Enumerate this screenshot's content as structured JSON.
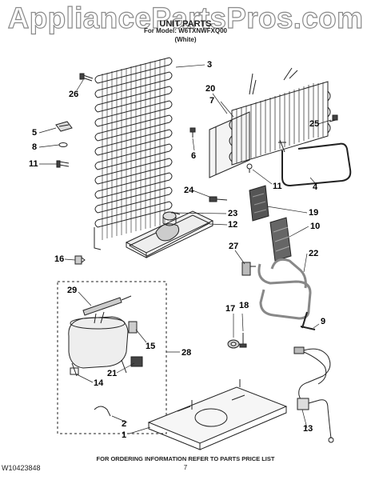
{
  "watermark": "AppliancePartsPros.com",
  "header": {
    "title": "UNIT PARTS",
    "model_line": "For Model: W6TXNWFXQ00",
    "color_line": "(White)"
  },
  "callouts": {
    "c1": "1",
    "c2": "2",
    "c3": "3",
    "c4": "4",
    "c5": "5",
    "c6": "6",
    "c7": "7",
    "c8": "8",
    "c9": "9",
    "c10": "10",
    "c11a": "11",
    "c11b": "11",
    "c12": "12",
    "c13": "13",
    "c14": "14",
    "c15": "15",
    "c16": "16",
    "c17": "17",
    "c18": "18",
    "c19": "19",
    "c20": "20",
    "c21": "21",
    "c22": "22",
    "c23": "23",
    "c24": "24",
    "c25": "25",
    "c26": "26",
    "c27": "27",
    "c28": "28",
    "c29": "29"
  },
  "footer": {
    "doc_number": "W10423848",
    "ordering_info": "FOR ORDERING INFORMATION REFER TO PARTS PRICE LIST",
    "page_number": "7"
  }
}
